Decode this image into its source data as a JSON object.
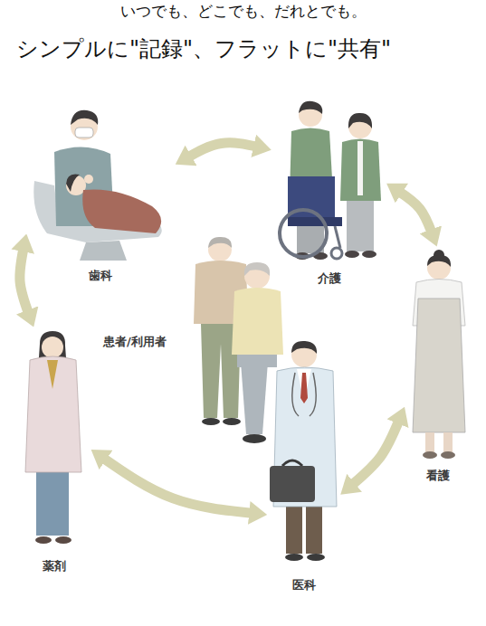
{
  "diagram": {
    "title": "シンプルに\"記録\"、フラットに\"共有\"",
    "nodes": [
      {
        "text": [
          "歯科"
        ]
      },
      {
        "text": [
          "介護"
        ]
      },
      {
        "text": [
          "患者/利用者"
        ]
      },
      {
        "text": [
          "看護"
        ]
      },
      {
        "text": [
          "薬剤"
        ]
      },
      {
        "text": [
          "医科"
        ]
      }
    ],
    "edges": [
      {
        "from": 0,
        "to": 1,
        "arrow": "both"
      },
      {
        "from": 1,
        "to": 3,
        "arrow": "both"
      },
      {
        "from": 3,
        "to": 5,
        "arrow": "both"
      },
      {
        "from": 5,
        "to": 4,
        "arrow": "both"
      },
      {
        "from": 4,
        "to": 0,
        "arrow": "both"
      }
    ],
    "labels": [
      "いつでも、どこでも、だれとでも。"
    ]
  }
}
